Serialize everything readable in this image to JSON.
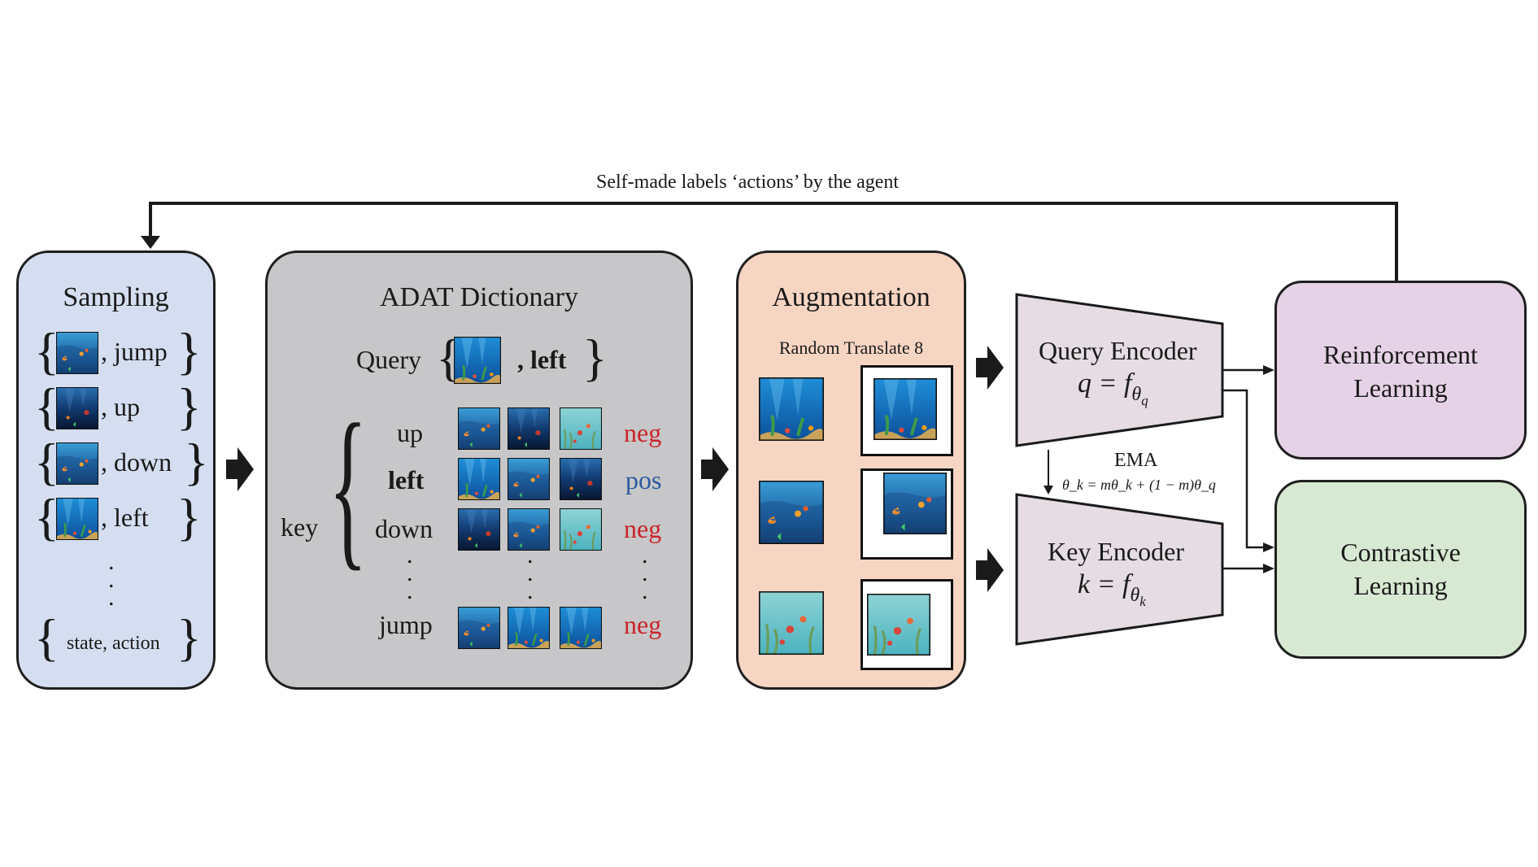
{
  "feedback_label": "Self-made labels ‘actions’ by the agent",
  "sampling": {
    "title": "Sampling",
    "items": [
      ", jump",
      ", up",
      ", down",
      ", left"
    ],
    "ellipsis": ".\n.\n.",
    "last": "state, action"
  },
  "dictionary": {
    "title": "ADAT Dictionary",
    "query_label": "Query",
    "query_action": ", left",
    "key_label": "key",
    "rows": [
      {
        "action": "up",
        "tag": "neg"
      },
      {
        "action": "left",
        "tag": "pos"
      },
      {
        "action": "down",
        "tag": "neg"
      },
      {
        "action": "jump",
        "tag": "neg"
      }
    ]
  },
  "augmentation": {
    "title": "Augmentation",
    "subtitle": "Random Translate 8"
  },
  "query_encoder": {
    "name": "Query Encoder",
    "formula": "q = f"
  },
  "key_encoder": {
    "name": "Key Encoder",
    "formula": "k = f"
  },
  "ema": {
    "label": "EMA",
    "formula": "θ_k = mθ_k + (1 − m)θ_q"
  },
  "rl": {
    "line1": "Reinforcement",
    "line2": "Learning"
  },
  "cl": {
    "line1": "Contrastive",
    "line2": "Learning"
  },
  "colors": {
    "sampling_bg": "#d4def0",
    "dictionary_bg": "#c7c6c8",
    "augmentation_bg": "#f7d5c3",
    "encoder_bg": "#e5dde3",
    "rl_bg": "#e6d2e6",
    "cl_bg": "#d8e9d3",
    "neg": "#c8252b",
    "pos": "#2c5aa0"
  }
}
